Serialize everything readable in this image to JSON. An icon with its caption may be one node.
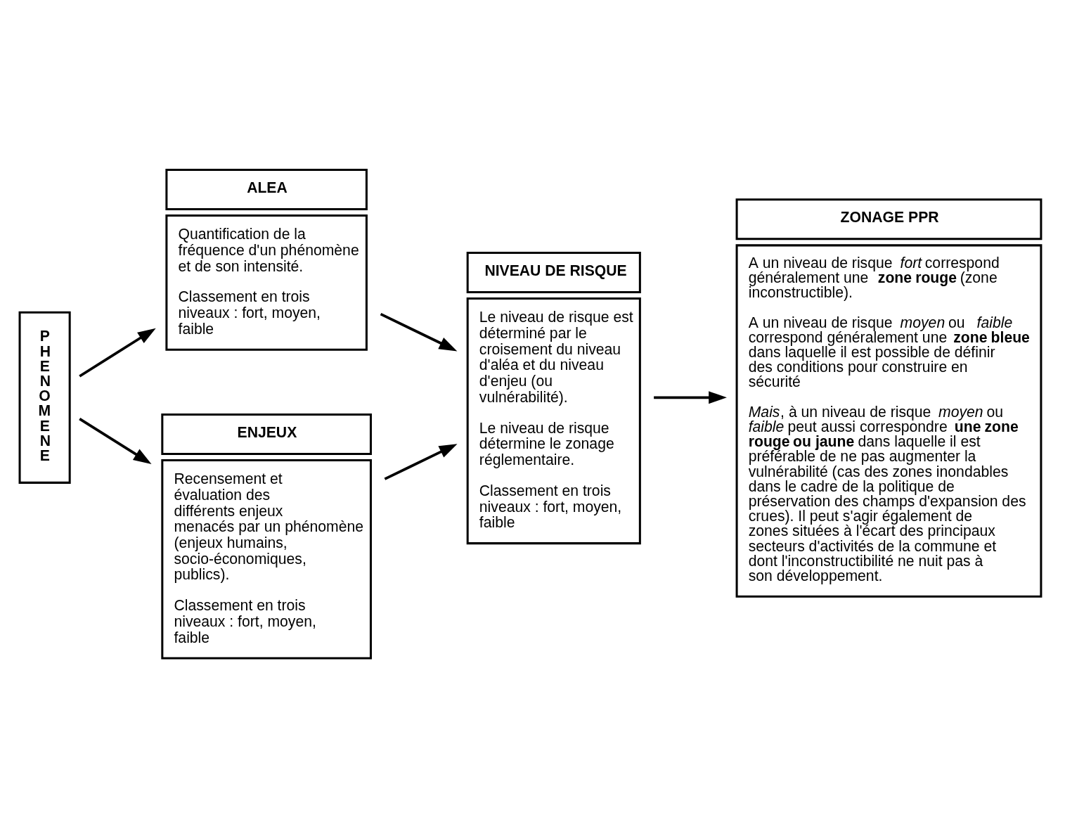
{
  "diagram": {
    "nodes": [
      {
        "text": [
          "PHENOMENE"
        ]
      },
      {
        "text": [
          "ALEA",
          "Quantification de la fréquence d'un phénomène et de son intensité.",
          "Classement en trois niveaux : fort, moyen, faible"
        ]
      },
      {
        "text": [
          "ENJEUX",
          "Recensement et évaluation des différents enjeux menacés par un phénomène (enjeux humains, socio-économiques, publics).",
          "Classement en trois niveaux : fort, moyen, faible"
        ]
      },
      {
        "text": [
          "NIVEAU DE RISQUE",
          "Le niveau de risque est déterminé par le croisement du niveau d'aléa et du niveau d'enjeu (ou vulnérabilité).",
          "Le niveau de risque détermine le zonage réglementaire.",
          "Classement en trois niveaux : fort, moyen, faible"
        ]
      },
      {
        "text": [
          "ZONAGE PPR",
          "A un niveau de risque *fort* correspond généralement une **zone rouge** (zone inconstructible).",
          "A un niveau de risque *moyen* ou *faible* correspond généralement une **zone bleue** dans laquelle il est possible de définir des conditions pour construire en sécurité",
          "*Mais*, à un niveau de risque *moyen* ou *faible* peut aussi correspondre **une zone rouge ou jaune** dans laquelle il est préférable de ne pas augmenter la vulnérabilité (cas des zones inondables dans le cadre de la politique de préservation des champs d'expansion des crues). Il peut s'agir également de zones situées à l'écart des principaux secteurs d'activités de la commune et dont l'inconstructibilité ne nuit pas à son développement."
        ]
      }
    ],
    "edges": [
      {
        "from": 0,
        "to": 1,
        "arrow": "to"
      },
      {
        "from": 0,
        "to": 2,
        "arrow": "to"
      },
      {
        "from": 1,
        "to": 3,
        "arrow": "to"
      },
      {
        "from": 2,
        "to": 3,
        "arrow": "to"
      },
      {
        "from": 3,
        "to": 4,
        "arrow": "to"
      }
    ]
  }
}
